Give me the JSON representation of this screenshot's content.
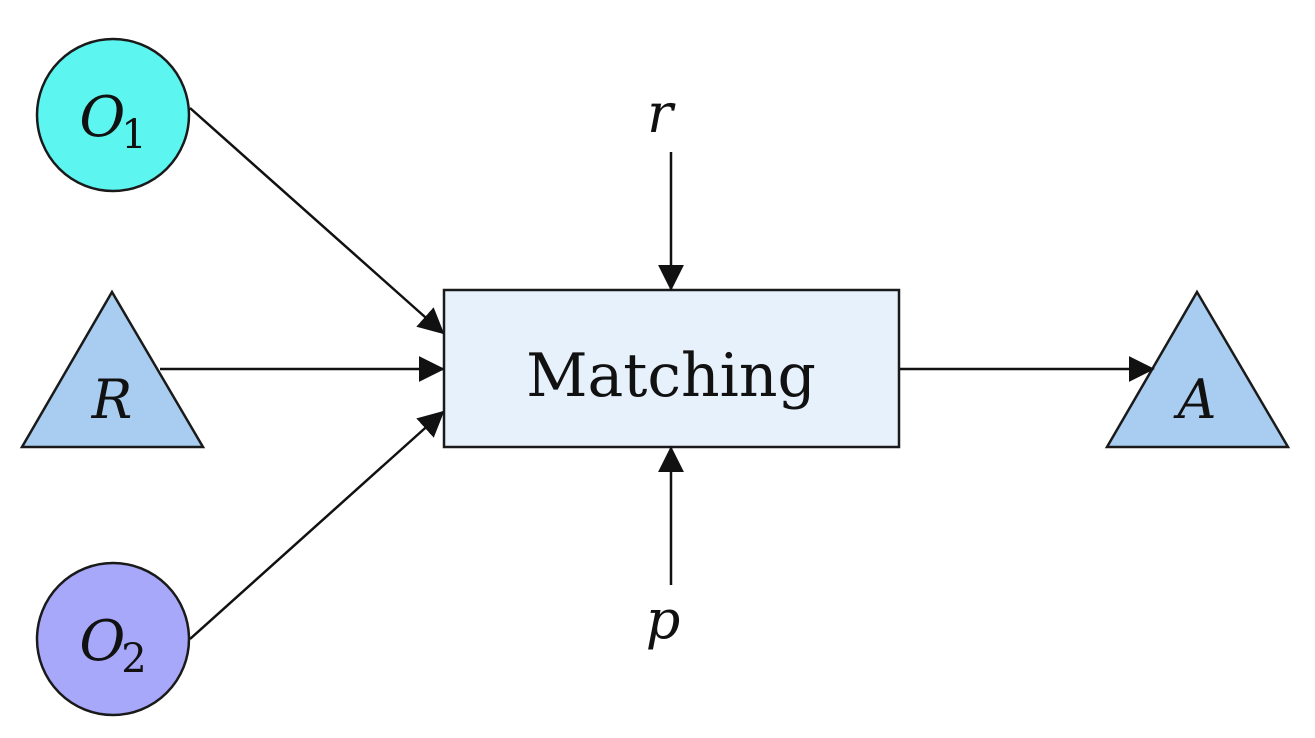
{
  "nodes": {
    "o1": {
      "main": "O",
      "sub": "1",
      "fill": "#5cf5f0"
    },
    "o2": {
      "main": "O",
      "sub": "2",
      "fill": "#a8a8fa"
    },
    "r_input": {
      "label": "R",
      "fill": "#a9cdf0"
    },
    "a_output": {
      "label": "A",
      "fill": "#a9cdf0"
    },
    "matching": {
      "label": "Matching",
      "fill": "#e6f1fb"
    }
  },
  "inputs": {
    "top": {
      "label": "r"
    },
    "bottom": {
      "label": "p"
    }
  },
  "colors": {
    "stroke": "#1a1a1a",
    "arrow": "#111111"
  }
}
